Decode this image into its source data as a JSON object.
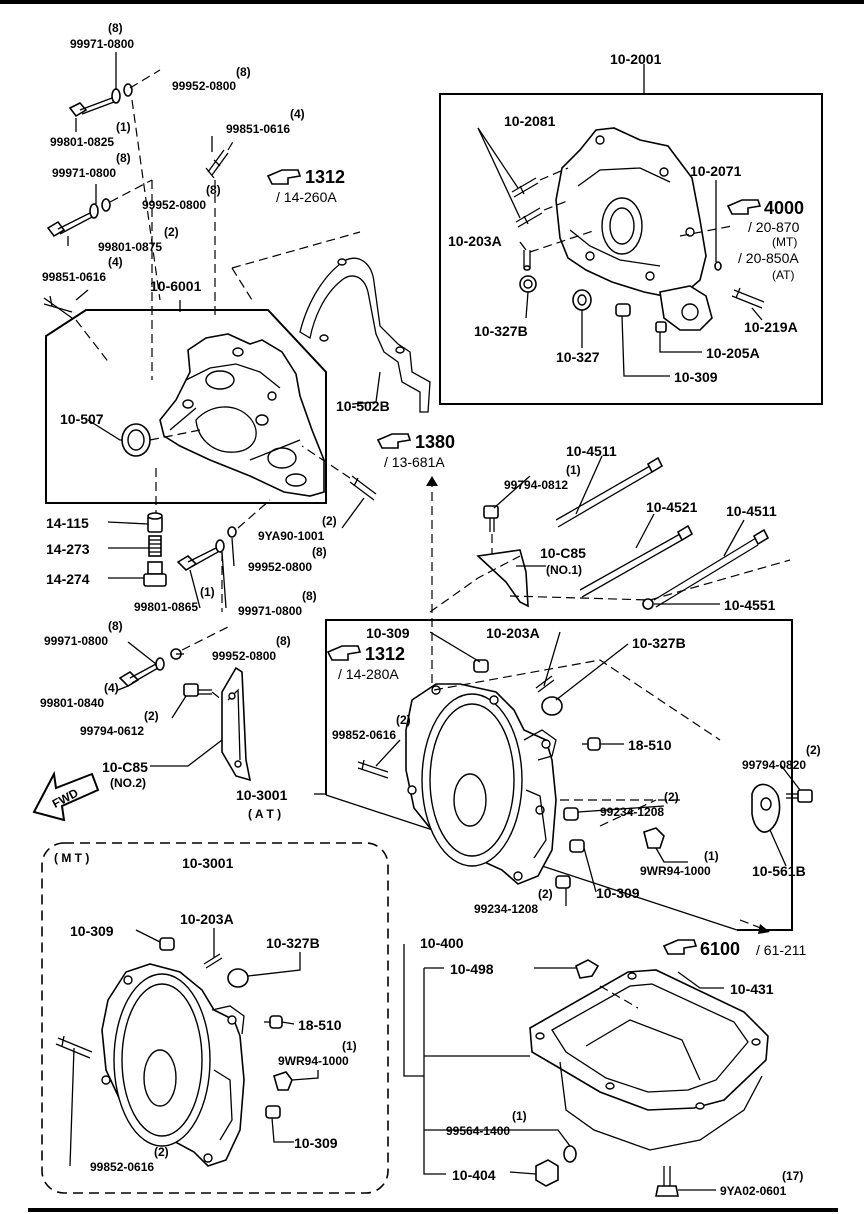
{
  "labels": {
    "p99971_0800_a": "99971-0800",
    "q8_a": "(8)",
    "p99952_0800_a": "99952-0800",
    "q8_b": "(8)",
    "p99801_0825": "99801-0825",
    "q1_a": "(1)",
    "p99851_0616_a": "99851-0616",
    "q4_a": "(4)",
    "p99971_0800_b": "99971-0800",
    "q8_c": "(8)",
    "p99952_0800_b": "99952-0800",
    "q8_d": "(8)",
    "p99801_0875": "99801-0875",
    "q2_a": "(2)",
    "p99851_0616_b": "99851-0616",
    "q4_b": "(4)",
    "p10_6001": "10-6001",
    "p10_507": "10-507",
    "p10_502B": "10-502B",
    "p14_115": "14-115",
    "p14_273": "14-273",
    "p14_274": "14-274",
    "p9YA90_1001": "9YA90-1001",
    "q2_b": "(2)",
    "p99952_0800_c": "99952-0800",
    "q8_e": "(8)",
    "p99801_0865": "99801-0865",
    "q1_b": "(1)",
    "p99971_0800_c": "99971-0800",
    "q8_f": "(8)",
    "p99971_0800_d": "99971-0800",
    "q8_g": "(8)",
    "p99952_0800_d": "99952-0800",
    "q8_h": "(8)",
    "p99801_0840": "99801-0840",
    "q4_c": "(4)",
    "p99794_0612": "99794-0612",
    "q2_c": "(2)",
    "p10_C85_2": "10-C85",
    "no2": "(NO.2)",
    "fwd": "FWD",
    "p10_2001": "10-2001",
    "p10_2081": "10-2081",
    "p10_2071": "10-2071",
    "p10_203A_a": "10-203A",
    "p10_327B_a": "10-327B",
    "p10_327_a": "10-327",
    "p10_219A": "10-219A",
    "p10_205A": "10-205A",
    "p10_309_a": "10-309",
    "p10_4511_a": "10-4511",
    "p99794_0812": "99794-0812",
    "q1_c": "(1)",
    "p10_4521": "10-4521",
    "p10_4511_b": "10-4511",
    "p10_C85_1": "10-C85",
    "no1": "(NO.1)",
    "p10_4551": "10-4551",
    "p10_309_b": "10-309",
    "p10_203A_b": "10-203A",
    "p10_327B_b": "10-327B",
    "p99852_0616_a": "99852-0616",
    "q2_d": "(2)",
    "p18_510_a": "18-510",
    "p10_3001_at": "10-3001",
    "at": "( A T )",
    "p99234_1208_a": "99234-1208",
    "q2_e": "(2)",
    "p9WR94_1000_a": "9WR94-1000",
    "q1_d": "(1)",
    "p10_309_c": "10-309",
    "p99234_1208_b": "99234-1208",
    "q2_f": "(2)",
    "p99794_0820": "99794-0820",
    "q2_g": "(2)",
    "p10_561B": "10-561B",
    "mt": "( M T )",
    "p10_3001_mt": "10-3001",
    "p10_309_d": "10-309",
    "p10_203A_c": "10-203A",
    "p10_327B_c": "10-327B",
    "p18_510_b": "18-510",
    "p9WR94_1000_b": "9WR94-1000",
    "q1_e": "(1)",
    "p10_309_e": "10-309",
    "p99852_0616_b": "99852-0616",
    "q2_h": "(2)",
    "p10_400": "10-400",
    "p10_498": "10-498",
    "p10_431": "10-431",
    "p99564_1400": "99564-1400",
    "q1_f": "(1)",
    "p10_404": "10-404",
    "p9YA02_0601": "9YA02-0601",
    "q17": "(17)"
  },
  "refs": {
    "r1312_a": {
      "num": "1312",
      "sub": "/ 14-260A"
    },
    "r4000": {
      "num": "4000",
      "sub1": "/ 20-870",
      "mt": "(MT)",
      "sub2": "/ 20-850A",
      "at": "(AT)"
    },
    "r1380": {
      "num": "1380",
      "sub": "/ 13-681A"
    },
    "r1312_b": {
      "num": "1312",
      "sub": "/ 14-280A"
    },
    "r6100": {
      "num": "6100",
      "sub": "/ 61-211"
    }
  }
}
